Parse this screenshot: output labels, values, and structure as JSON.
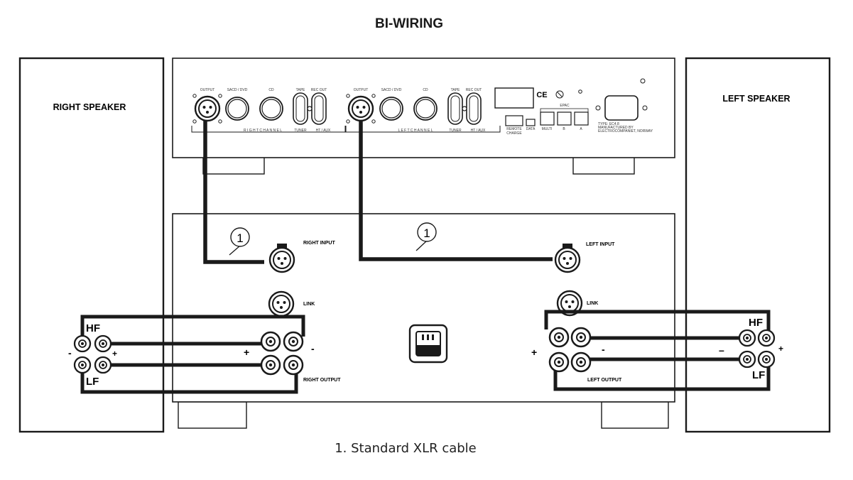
{
  "title": "BI-WIRING",
  "caption": "1. Standard XLR cable",
  "cable_marker": "1",
  "speakers": {
    "right": "RIGHT SPEAKER",
    "left": "LEFT SPEAKER"
  },
  "source_panel": {
    "right": {
      "output": "OUTPUT",
      "sacd": "SACD / DVD",
      "cd": "CD",
      "tape": "TAPE",
      "rec_out": "REC OUT",
      "channel": "R I G H T   C H A N N E L",
      "tuner": "TUNER",
      "ht_aux": "HT / AUX"
    },
    "left": {
      "output": "OUTPUT",
      "sacd": "SACD / DVD",
      "cd": "CD",
      "tape": "TAPE",
      "rec_out": "REC OUT",
      "channel": "L E F T   C H A N N E L",
      "tuner": "TUNER",
      "ht_aux": "HT / AUX"
    },
    "ce": "CE",
    "remote": [
      "REMOTE",
      "CHARGE"
    ],
    "data": "DATA",
    "epac": "EPAC",
    "multi": "MULTI",
    "b": "B",
    "a": "A",
    "type_lines": [
      "TYPE: EC4.8",
      "MANUFACTURED BY",
      "ELECTROCOMPANIET, NORWAY"
    ]
  },
  "amplifier": {
    "right_input": "RIGHT INPUT",
    "left_input": "LEFT INPUT",
    "link": "LINK",
    "right_output": "RIGHT OUTPUT",
    "left_output": "LEFT OUTPUT"
  },
  "terminals": {
    "hf": "HF",
    "lf": "LF",
    "plus": "+",
    "minus": "-",
    "minus_dash": "–"
  }
}
